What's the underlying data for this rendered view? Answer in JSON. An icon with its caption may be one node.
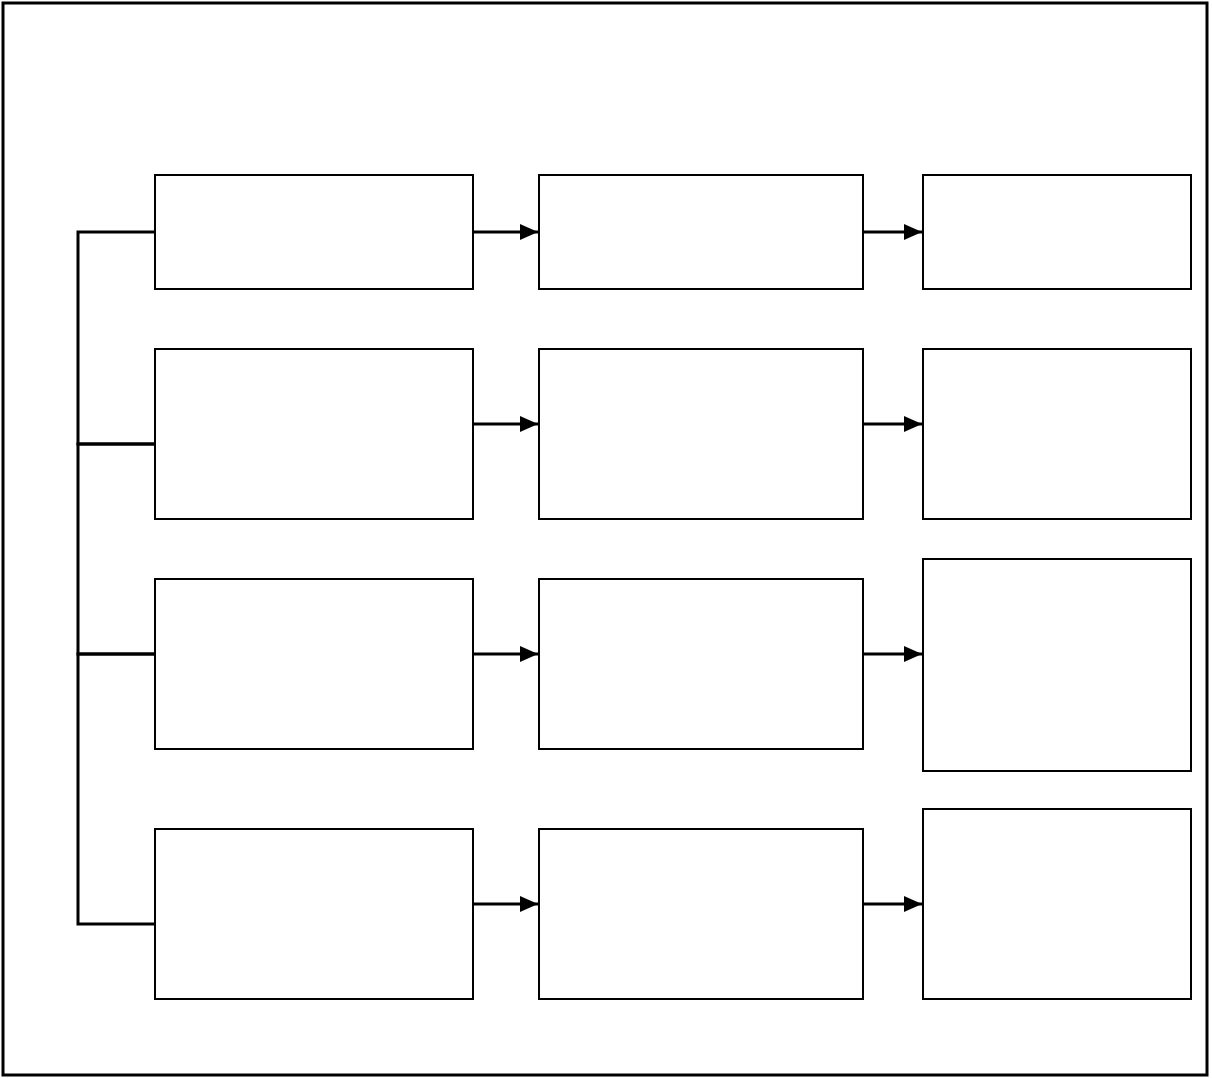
{
  "diagram": {
    "nodes": [
      {
        "text": [],
        "shape": "box"
      },
      {
        "text": [],
        "shape": "box"
      },
      {
        "text": [],
        "shape": "box"
      },
      {
        "text": [],
        "shape": "box"
      },
      {
        "text": [],
        "shape": "box"
      },
      {
        "text": [],
        "shape": "box"
      },
      {
        "text": [],
        "shape": "box"
      },
      {
        "text": [],
        "shape": "box"
      },
      {
        "text": [],
        "shape": "box"
      },
      {
        "text": [],
        "shape": "box"
      },
      {
        "text": [],
        "shape": "box"
      },
      {
        "text": [],
        "shape": "box"
      }
    ],
    "edges": [
      {
        "from": 0,
        "to": 1,
        "arrow": "to"
      },
      {
        "from": 1,
        "to": 2,
        "arrow": "to"
      },
      {
        "from": 3,
        "to": 4,
        "arrow": "to"
      },
      {
        "from": 4,
        "to": 5,
        "arrow": "to"
      },
      {
        "from": 6,
        "to": 7,
        "arrow": "to"
      },
      {
        "from": 7,
        "to": 8,
        "arrow": "to"
      },
      {
        "from": 9,
        "to": 10,
        "arrow": "to"
      },
      {
        "from": 10,
        "to": 11,
        "arrow": "to"
      },
      {
        "from": 0,
        "to": 3,
        "arrow": "none"
      },
      {
        "from": 3,
        "to": 6,
        "arrow": "none"
      },
      {
        "from": 6,
        "to": 9,
        "arrow": "none"
      }
    ]
  }
}
